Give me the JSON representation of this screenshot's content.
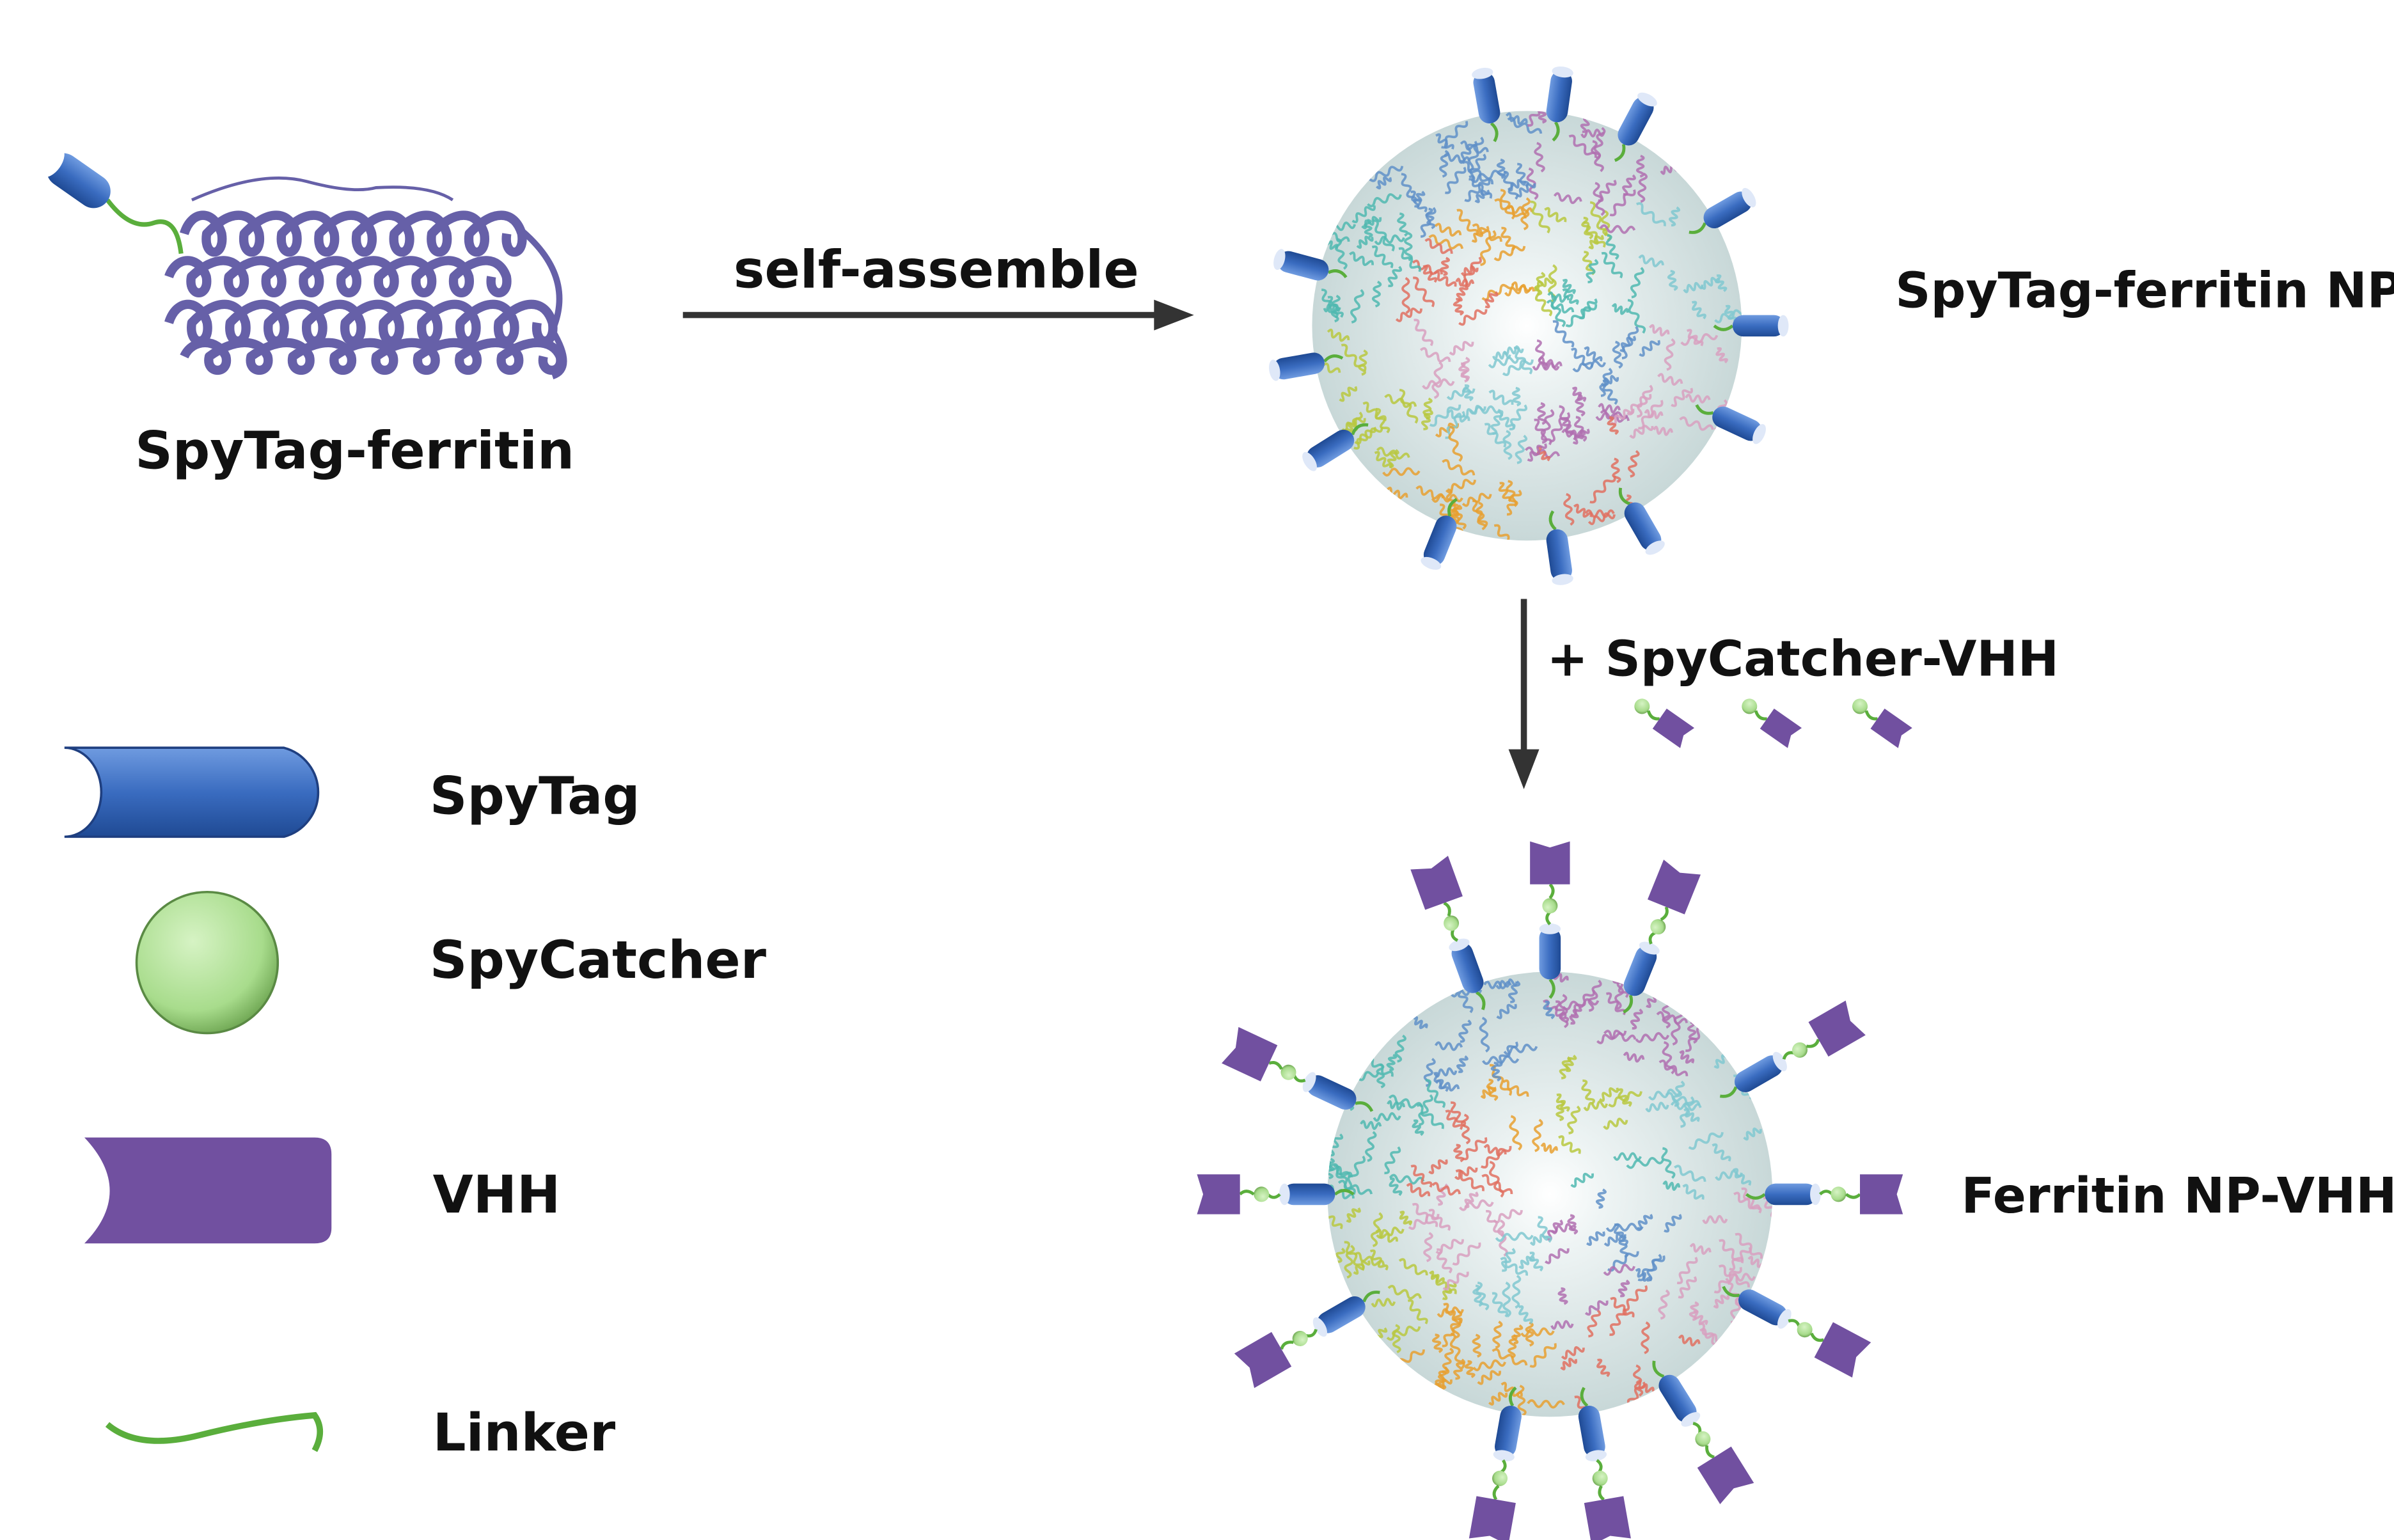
{
  "monomer": {
    "label": "SpyTag-ferritin"
  },
  "step1": {
    "label": "self-assemble"
  },
  "nanoparticle1": {
    "label": "SpyTag-ferritin NP"
  },
  "step2": {
    "label": "+ SpyCatcher-VHH"
  },
  "nanoparticle2": {
    "label": "Ferritin NP-VHH"
  },
  "legend": {
    "spytag": "SpyTag",
    "spycatcher": "SpyCatcher",
    "vhh": "VHH",
    "linker": "Linker"
  },
  "colors": {
    "spytag": "#3a6cc0",
    "spycatcher": "#a8dc8c",
    "vhh": "#7150a0",
    "linker": "#5aae3c",
    "helix": "#6660a8",
    "arrow": "#333333",
    "np_palette": [
      "#e07060",
      "#e8a030",
      "#b8c840",
      "#50b8b0",
      "#6090c8",
      "#b070b0",
      "#80c8d0",
      "#d8a0c0"
    ]
  }
}
